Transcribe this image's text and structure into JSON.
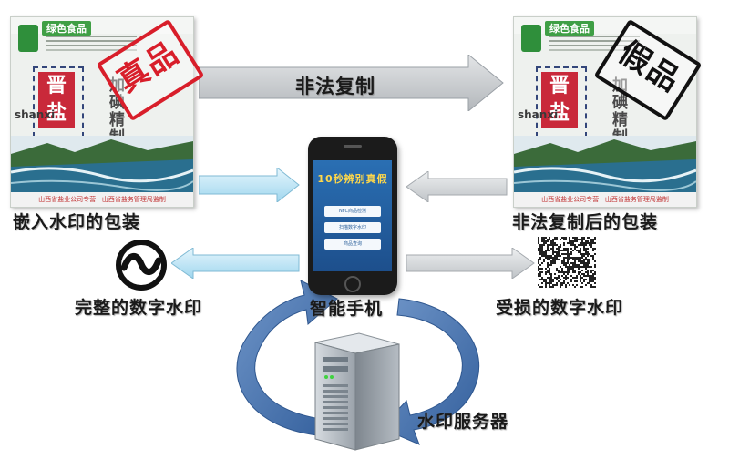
{
  "labels": {
    "illegal_copy": "非法复制",
    "embedded_package": "嵌入水印的包装",
    "copied_package": "非法复制后的包装",
    "intact_watermark": "完整的数字水印",
    "damaged_watermark": "受损的数字水印",
    "smartphone": "智能手机",
    "watermark_server": "水印服务器"
  },
  "package": {
    "brand": "绿色食品",
    "seal_text": "晋盐",
    "pinyin": "shanxi",
    "vertical_text": "加碘精制盐",
    "footer": "山西省盐业公司专营 · 山西省盐务管理局监制"
  },
  "stamps": {
    "genuine": "真品",
    "fake": "假品"
  },
  "phone_app": {
    "title": "10秒辨别真假",
    "buttons": [
      "NFC商品检测",
      "扫描数字水印",
      "商品查询"
    ]
  },
  "colors": {
    "genuine_stamp": "#d81e2a",
    "fake_stamp": "#111111",
    "arrow_fill": "#c6c9cc",
    "arrow_blue_light": "#bfe6f7",
    "cycle_arrow": "#4f79b3"
  },
  "icons": {
    "intact_watermark": "intact-watermark-symbol",
    "damaged_watermark": "noisy-watermark-pattern",
    "server": "server-tower"
  }
}
